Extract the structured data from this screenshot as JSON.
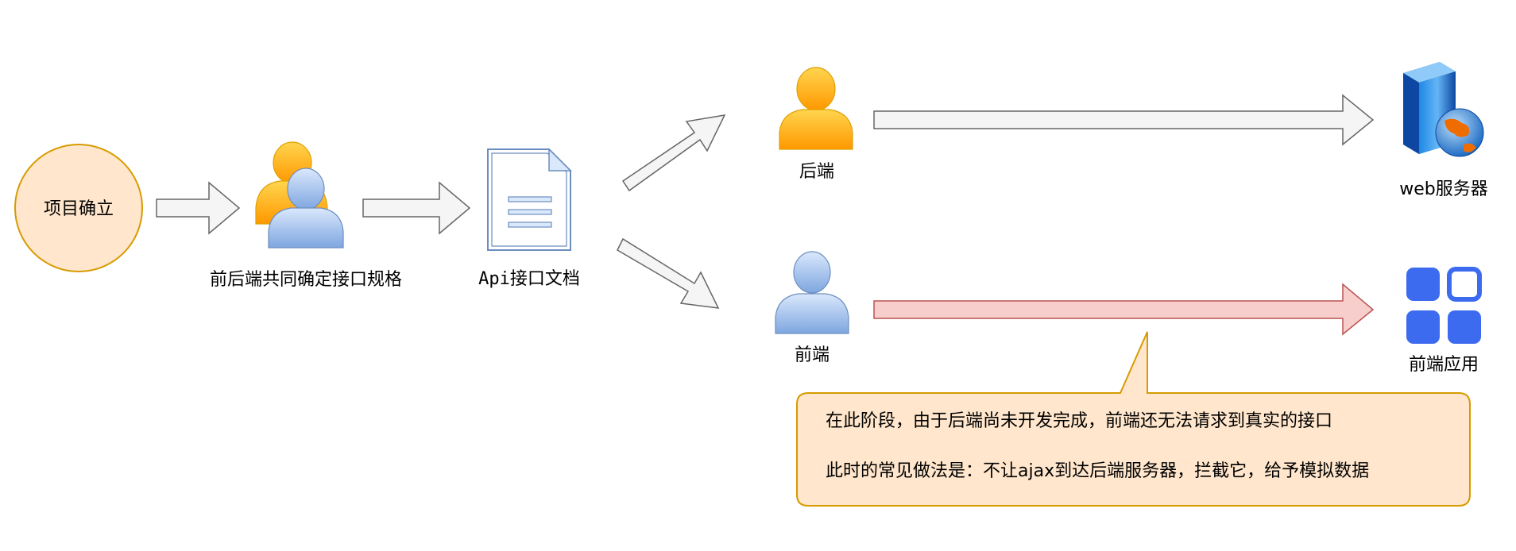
{
  "nodes": {
    "project": "项目确立",
    "team": "前后端共同确定接口规格",
    "api_doc": "Api接口文档",
    "backend": "后端",
    "frontend": "前端",
    "web_server": "web服务器",
    "frontend_app": "前端应用"
  },
  "callout": {
    "line1": "在此阶段，由于后端尚未开发完成，前端还无法请求到真实的接口",
    "line2": "此时的常见做法是：不让ajax到达后端服务器，拦截它，给予模拟数据"
  },
  "colors": {
    "project_fill": "#ffe6cc",
    "project_stroke": "#d79b00",
    "user_orange": "#ffb300",
    "user_blue": "#7ea6e0",
    "arrow_fill": "#f5f5f5",
    "arrow_stroke": "#666666",
    "red_arrow_fill": "#f8cecc",
    "red_arrow_stroke": "#b85450",
    "app_blue": "#3d6bf0",
    "callout_fill": "#ffe6cc",
    "callout_stroke": "#d79b00"
  }
}
